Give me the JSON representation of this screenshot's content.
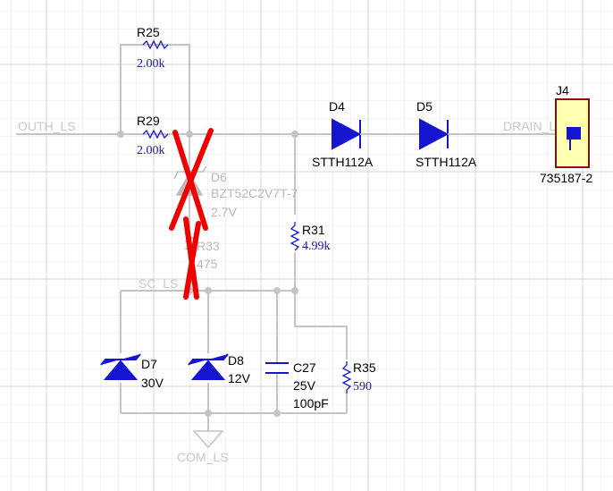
{
  "colors": {
    "wire": "#c4c4c4",
    "component": "#1515d0",
    "value_text": "#1a1aa0",
    "net_label": "#c8c8c8",
    "disabled": "#bcbcbc",
    "cross_out": "#ee0000",
    "connector_fill": "#ffffb2",
    "connector_border": "#8a1010"
  },
  "nets": {
    "outh": "OUTH_LS",
    "drain": "DRAIN_LS",
    "sc": "SC_LS",
    "com": "COM_LS"
  },
  "components": {
    "r25": {
      "ref": "R25",
      "value": "2.00k"
    },
    "r29": {
      "ref": "R29",
      "value": "2.00k"
    },
    "d6": {
      "ref": "D6",
      "part": "BZT52C2V7T-7",
      "value": "2.7V"
    },
    "r33": {
      "ref": "R33",
      "value": "475"
    },
    "d4": {
      "ref": "D4",
      "part": "STTH112A"
    },
    "d5": {
      "ref": "D5",
      "part": "STTH112A"
    },
    "j4": {
      "ref": "J4",
      "part": "735187-2"
    },
    "r31": {
      "ref": "R31",
      "value": "4.99k"
    },
    "d7": {
      "ref": "D7",
      "value": "30V"
    },
    "d8": {
      "ref": "D8",
      "value": "12V"
    },
    "c27": {
      "ref": "C27",
      "voltage": "25V",
      "value": "100pF"
    },
    "r35": {
      "ref": "R35",
      "value": "590"
    }
  },
  "icons": {
    "dnp_marker": "red-x-cross-icon",
    "ground": "ground-triangle-icon"
  }
}
